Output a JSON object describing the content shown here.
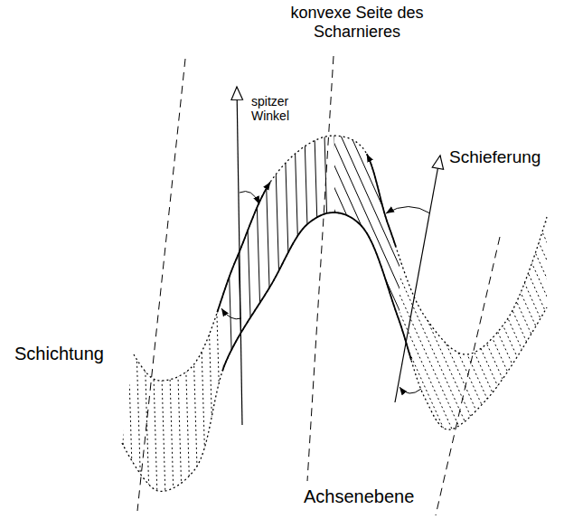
{
  "diagram": {
    "labels": [
      "konvexe Seite des Scharnieres",
      "spitzer Winkel",
      "Schieferung",
      "Schichtung",
      "Achsenebene"
    ]
  }
}
